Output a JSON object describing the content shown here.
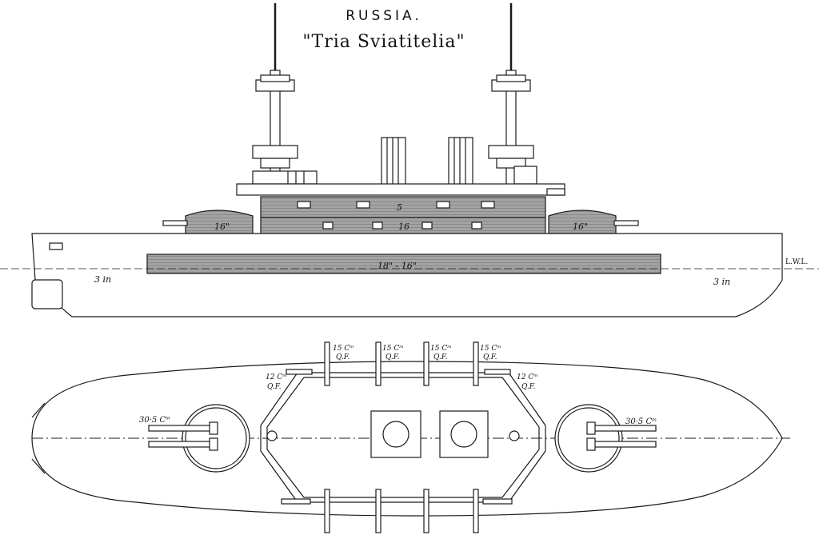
{
  "title": {
    "country": "RUSSIA.",
    "ship": "\"Tria Sviatitelia\""
  },
  "profile": {
    "turret_fore_armor": "16\"",
    "turret_aft_armor": "16\"",
    "battery_upper_armor": "5",
    "battery_lower_armor": "16",
    "belt_armor": "18\" - 16\"",
    "end_armor_fore": "3 in",
    "end_armor_aft": "3 in",
    "waterline_label": "L.W.L."
  },
  "plan": {
    "qf_label": "15 Cᵐ Q.F.",
    "qf_15_labels": [
      "15 Cᵐ",
      "15 Cᵐ",
      "15 Cᵐ",
      "15 Cᵐ"
    ],
    "qf_suffix": "Q.F.",
    "qf_12_label": "12 Cᵐ",
    "main_gun_fore": "30·5 Cᵐ",
    "main_gun_aft": "30·5 Cᵐ"
  },
  "colors": {
    "ink": "#1a1a1a",
    "armor": "#9a9a9a",
    "armor_dark": "#7d7d7d",
    "paper": "#ffffff"
  }
}
